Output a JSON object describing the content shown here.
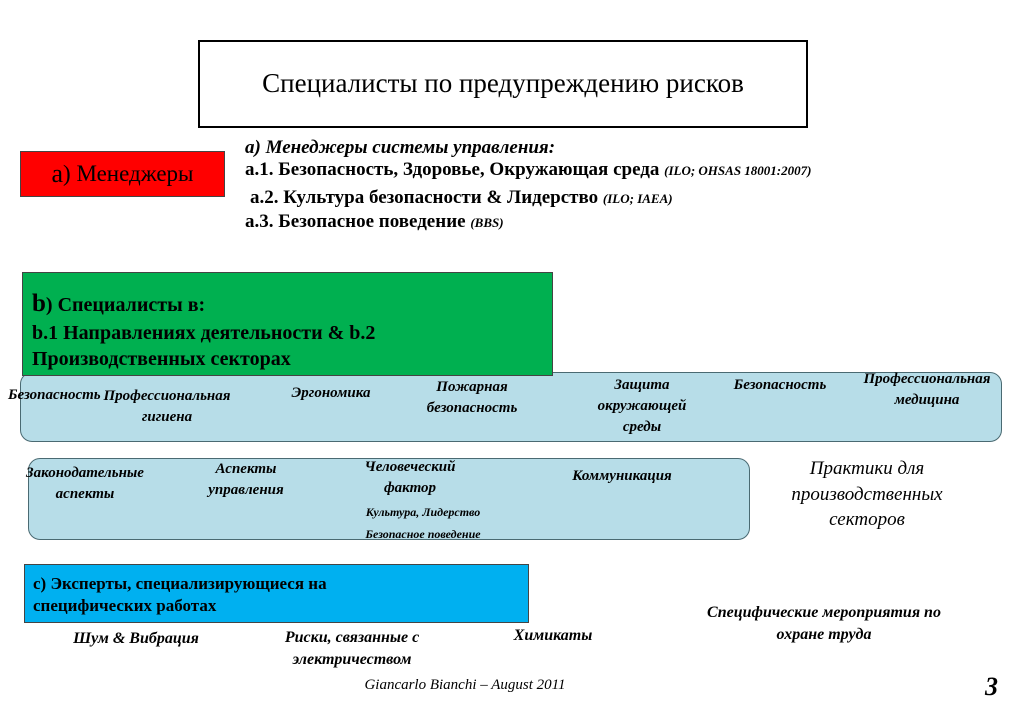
{
  "title": "Специалисты по предупреждению рисков",
  "managers_box": {
    "letter": "a",
    "text": ") Менеджеры"
  },
  "managers_list": {
    "heading": "a)   Менеджеры системы управления:",
    "item1": "a.1. Безопасность, Здоровье, Окружающая среда",
    "item1_ref": "(ILO; OHSAS 18001:2007)",
    "item2": "a.2. Культура безопасности & Лидерство",
    "item2_ref": "(ILO; IAEA)",
    "item3": "a.3. Безопасное поведение",
    "item3_ref": "(BBS)"
  },
  "specialists_box": {
    "letter": "b",
    "line1": ") Специалисты в:",
    "line2": "b.1 Направлениях деятельности & b.2",
    "line3": "Производственных секторах"
  },
  "areas": [
    "Безопасность",
    "Профессиональная гигиена",
    "Эргономика",
    "Пожарная безопасность",
    "Защита окружающей среды",
    "Безопасность",
    "Профессиональная медицина"
  ],
  "sector_aspects": {
    "legislative": "Законодательные аспекты",
    "management": "Аспекты управления",
    "human_factor": "Человеческий фактор",
    "culture": "Культура, Лидерство",
    "behavior": "Безопасное поведение",
    "communication": "Коммуникация"
  },
  "sector_practices": "Практики для производственных секторов",
  "experts_box": {
    "line1": "c) Эксперты, специализирующиеся на",
    "line2": "специфических работах"
  },
  "expert_topics": {
    "noise": "Шум & Вибрация",
    "electric": "Риски, связанные с электричеством",
    "chemicals": "Химикаты",
    "specific_measures": "Специфические мероприятия по охране труда"
  },
  "footer": "Giancarlo Bianchi – August  2011",
  "page_number": "3"
}
